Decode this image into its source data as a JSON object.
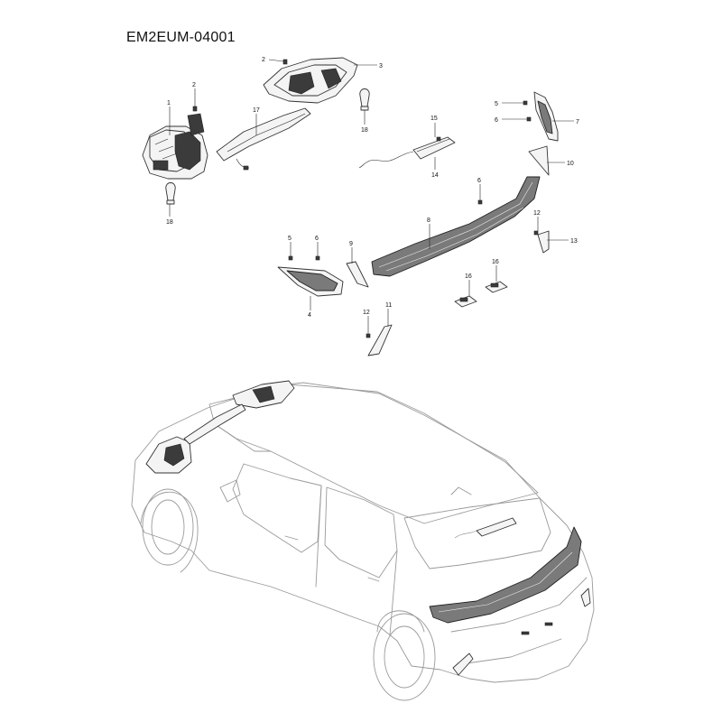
{
  "diagram": {
    "code": "EM2EUM-04001",
    "callouts": [
      {
        "id": "c1",
        "label": "1"
      },
      {
        "id": "c2a",
        "label": "2"
      },
      {
        "id": "c2b",
        "label": "2"
      },
      {
        "id": "c3",
        "label": "3"
      },
      {
        "id": "c4",
        "label": "4"
      },
      {
        "id": "c5a",
        "label": "5"
      },
      {
        "id": "c5b",
        "label": "5"
      },
      {
        "id": "c6a",
        "label": "6"
      },
      {
        "id": "c6b",
        "label": "6"
      },
      {
        "id": "c6c",
        "label": "6"
      },
      {
        "id": "c7",
        "label": "7"
      },
      {
        "id": "c8",
        "label": "8"
      },
      {
        "id": "c9",
        "label": "9"
      },
      {
        "id": "c10",
        "label": "10"
      },
      {
        "id": "c11",
        "label": "11"
      },
      {
        "id": "c12a",
        "label": "12"
      },
      {
        "id": "c12b",
        "label": "12"
      },
      {
        "id": "c13",
        "label": "13"
      },
      {
        "id": "c14",
        "label": "14"
      },
      {
        "id": "c15",
        "label": "15"
      },
      {
        "id": "c16a",
        "label": "16"
      },
      {
        "id": "c16b",
        "label": "16"
      },
      {
        "id": "c17",
        "label": "17"
      },
      {
        "id": "c18a",
        "label": "18"
      },
      {
        "id": "c18b",
        "label": "18"
      }
    ]
  }
}
